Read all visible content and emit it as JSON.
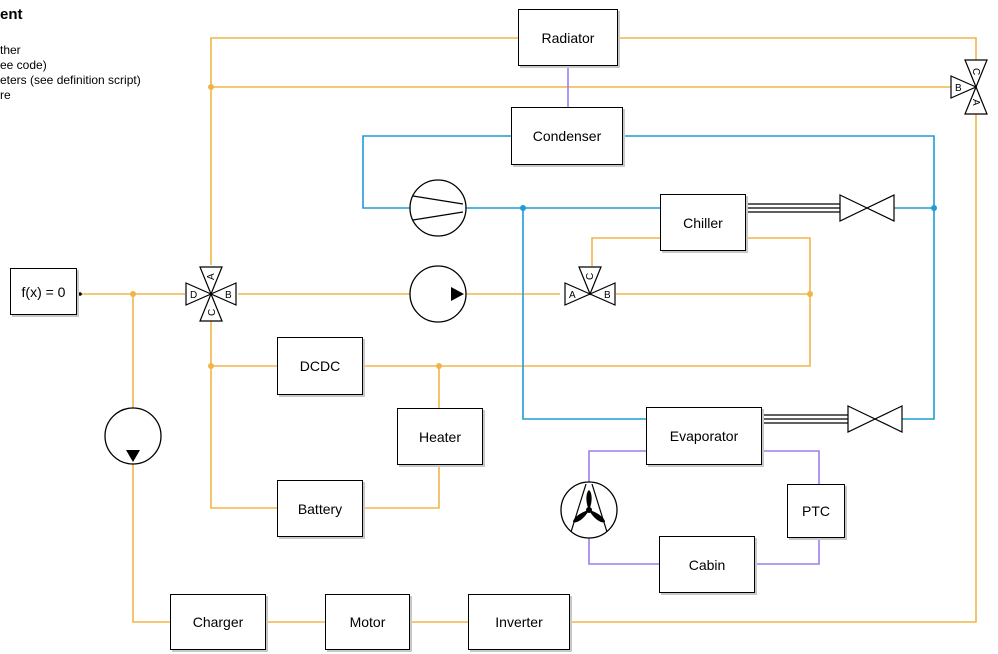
{
  "notes": {
    "title": "ent",
    "lines": [
      "ther",
      "ee code)",
      "eters (see definition script)",
      "re"
    ]
  },
  "blocks": {
    "radiator": "Radiator",
    "condenser": "Condenser",
    "chiller": "Chiller",
    "fx": "f(x) = 0",
    "dcdc": "DCDC",
    "heater": "Heater",
    "evaporator": "Evaporator",
    "battery": "Battery",
    "ptc": "PTC",
    "cabin": "Cabin",
    "charger": "Charger",
    "motor": "Motor",
    "inverter": "Inverter"
  },
  "valve_ports": {
    "right_valve": [
      "A",
      "B",
      "C"
    ],
    "left_valve": [
      "A",
      "B",
      "C",
      "D"
    ],
    "mid_valve": [
      "A",
      "B",
      "C"
    ]
  },
  "colors": {
    "coolant": "#f0b54a",
    "refrigerant": "#1f9bd6",
    "air": "#9b7ff0",
    "block_border": "#000000"
  },
  "icons": [
    "compressor-icon",
    "pump-icon",
    "fan-icon",
    "expansion-valve-icon",
    "three-way-valve-icon",
    "four-way-valve-icon"
  ]
}
